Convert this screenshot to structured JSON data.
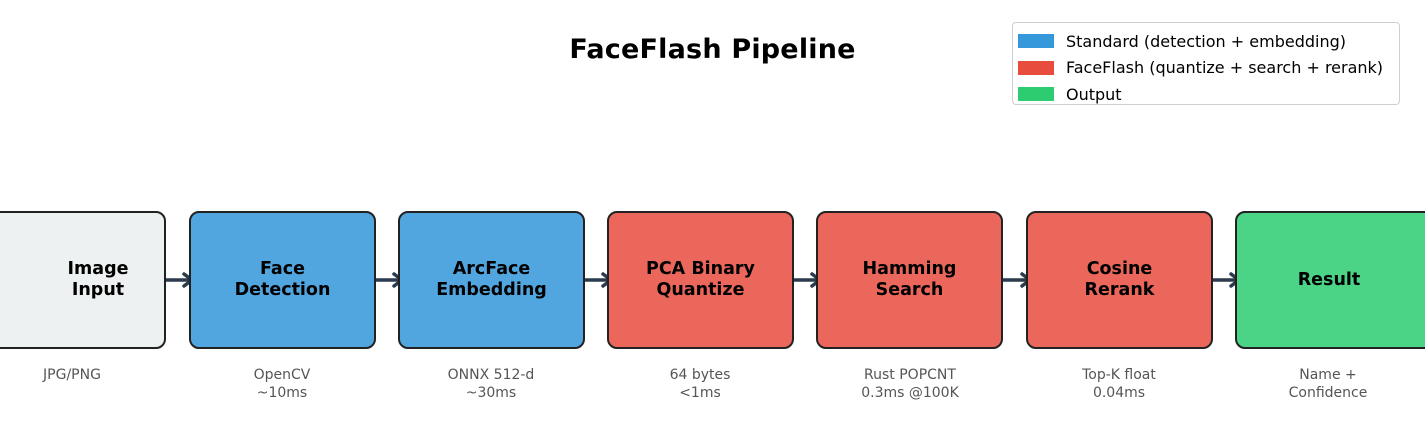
{
  "title": "FaceFlash Pipeline",
  "colors": {
    "input": "#eef1f2",
    "standard": "#52a6e0",
    "faceflash": "#ec675b",
    "output": "#4bd386",
    "border": "#222222",
    "arrow": "#2b3a4d",
    "caption": "#555555"
  },
  "legend": {
    "items": [
      {
        "label": "Standard (detection + embedding)",
        "color": "#3498db"
      },
      {
        "label": "FaceFlash (quantize + search + rerank)",
        "color": "#e74c3c"
      },
      {
        "label": "Output",
        "color": "#2ecc71"
      }
    ]
  },
  "steps": [
    {
      "label": "Image\nInput",
      "caption": "JPG/PNG",
      "kind": "input"
    },
    {
      "label": "Face\nDetection",
      "caption": "OpenCV\n~10ms",
      "kind": "standard"
    },
    {
      "label": "ArcFace\nEmbedding",
      "caption": "ONNX 512-d\n~30ms",
      "kind": "standard"
    },
    {
      "label": "PCA Binary\nQuantize",
      "caption": "64 bytes\n<1ms",
      "kind": "faceflash"
    },
    {
      "label": "Hamming\nSearch",
      "caption": "Rust POPCNT\n0.3ms @100K",
      "kind": "faceflash"
    },
    {
      "label": "Cosine\nRerank",
      "caption": "Top-K float\n0.04ms",
      "kind": "faceflash"
    },
    {
      "label": "Result",
      "caption": "Name +\nConfidence",
      "kind": "output"
    }
  ]
}
